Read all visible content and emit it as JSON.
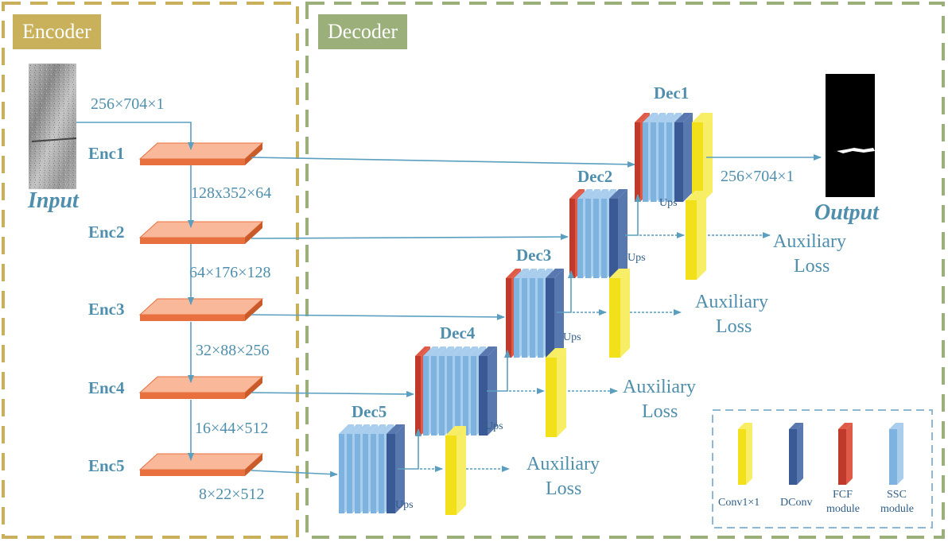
{
  "sections": {
    "encoder_label": "Encoder",
    "decoder_label": "Decoder"
  },
  "input": {
    "label": "Input",
    "dim": "256×704×1"
  },
  "output": {
    "label": "Output",
    "dim": "256×704×1"
  },
  "encoders": [
    {
      "label": "Enc1",
      "dim_below": "128x352×64"
    },
    {
      "label": "Enc2",
      "dim_below": "64×176×128"
    },
    {
      "label": "Enc3",
      "dim_below": "32×88×256"
    },
    {
      "label": "Enc4",
      "dim_below": "16×44×512"
    },
    {
      "label": "Enc5",
      "dim_below": "8×22×512"
    }
  ],
  "decoders": [
    {
      "label": "Dec1",
      "ups": "Ups"
    },
    {
      "label": "Dec2",
      "ups": "Ups"
    },
    {
      "label": "Dec3",
      "ups": "Ups"
    },
    {
      "label": "Dec4",
      "ups": "Ups"
    },
    {
      "label": "Dec5",
      "ups": "Ups"
    }
  ],
  "auxiliary_loss": {
    "line1": "Auxiliary",
    "line2": "Loss"
  },
  "legend": {
    "conv": "Conv1×1",
    "dconv": "DConv",
    "fcf_line1": "FCF",
    "fcf_line2": "module",
    "ssc_line1": "SSC",
    "ssc_line2": "module"
  },
  "colors": {
    "encoder_border": "#c9b05a",
    "decoder_border": "#9aaf7a",
    "text_blue": "#4f8fad",
    "arrow": "#5a9fbf",
    "enc_block_top": "#f9b89a",
    "enc_block_front": "#e8703e",
    "ssc_blue": "#7fb3df",
    "dconv_blue": "#3a5a95",
    "fcf_red": "#c03a2b",
    "conv_yellow": "#f2e01a"
  }
}
